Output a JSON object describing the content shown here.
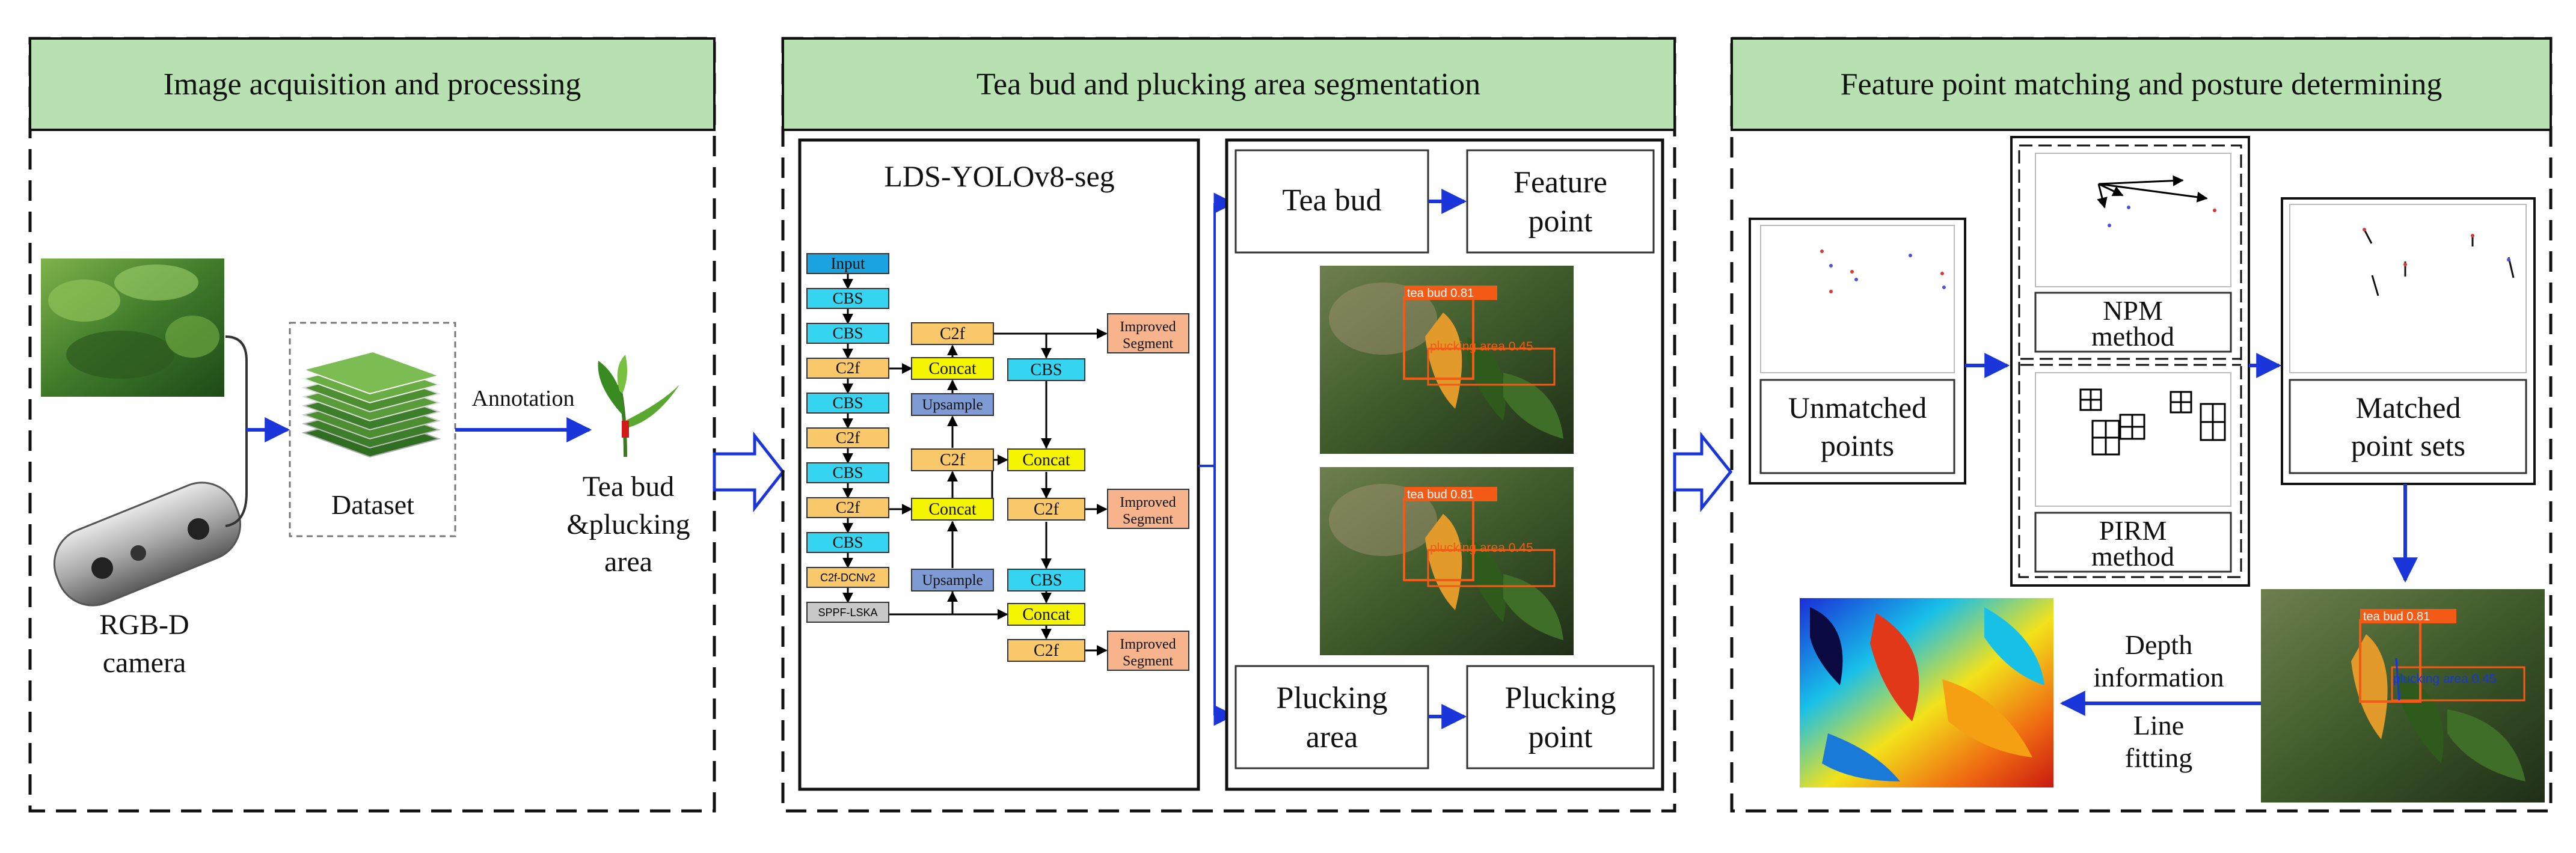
{
  "panels": {
    "p1": {
      "title": "Image acquisition and processing"
    },
    "p2": {
      "title": "Tea bud and plucking area segmentation"
    },
    "p3": {
      "title": "Feature point matching and posture determining"
    }
  },
  "acquisition": {
    "annotation": "Annotation",
    "dataset": "Dataset",
    "camera_line1": "RGB-D",
    "camera_line2": "camera",
    "result_line1": "Tea bud",
    "result_line2": "&plucking",
    "result_line3": "area"
  },
  "network": {
    "title": "LDS-YOLOv8-seg",
    "input": "Input",
    "cbs": "CBS",
    "c2f": "C2f",
    "c2f_dcn": "C2f-DCNv2",
    "sppf": "SPPF-LSKA",
    "concat": "Concat",
    "upsample": "Upsample",
    "improved_line1": "Improved",
    "improved_line2": "Segment"
  },
  "segmentation": {
    "tea_bud": "Tea bud",
    "feature_line1": "Feature",
    "feature_line2": "point",
    "plucking_line1": "Plucking",
    "plucking_line2": "area",
    "pluckpoint_line1": "Plucking",
    "pluckpoint_line2": "point",
    "det_label_bud": "tea bud 0.81",
    "det_label_area": "plucking area 0.45"
  },
  "matching": {
    "unmatched_line1": "Unmatched",
    "unmatched_line2": "points",
    "npm_line1": "NPM",
    "npm_line2": "method",
    "pirm_line1": "PIRM",
    "pirm_line2": "method",
    "matched_line1": "Matched",
    "matched_line2": "point sets",
    "depth_line1": "Depth",
    "depth_line2": "information",
    "line_line1": "Line",
    "line_line2": "fitting"
  },
  "colors": {
    "header_fill": "#b7e1b0",
    "arrow_blue": "#1a35d9",
    "cbs": "#35d4f0",
    "c2f": "#f9c86a",
    "concat": "#f5f500",
    "upsample": "#7e9bd6",
    "improved": "#f7b48c",
    "input": "#1aa3e0",
    "sppf": "#c8c8c8",
    "det_orange": "#f25a16"
  }
}
